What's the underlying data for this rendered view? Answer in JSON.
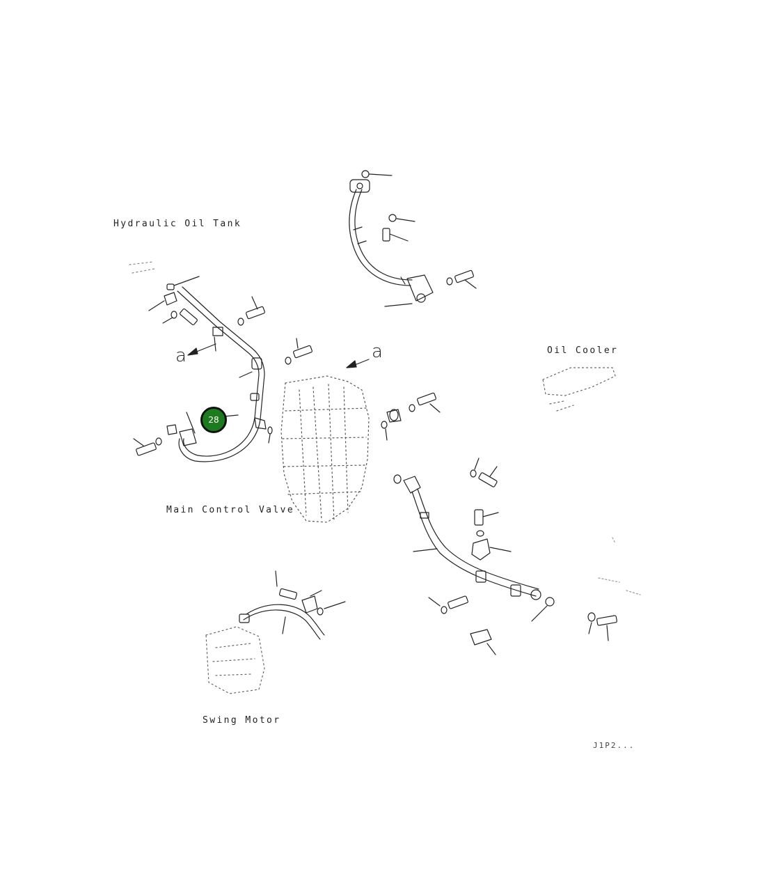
{
  "labels": {
    "hydraulic_oil_tank": "Hydraulic Oil Tank",
    "oil_cooler": "Oil Cooler",
    "main_control_valve": "Main Control Valve",
    "swing_motor": "Swing Motor",
    "view_arrow_left": "a",
    "view_arrow_right": "a"
  },
  "callout": {
    "number": "28",
    "color": "#1e7a1e"
  },
  "doc_code": "J1P2..."
}
